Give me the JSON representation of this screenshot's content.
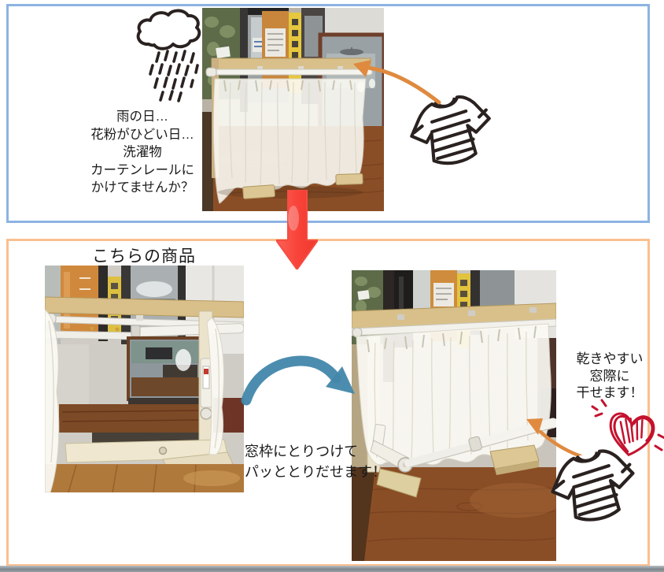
{
  "top_panel": {
    "message_lines": [
      "雨の日…",
      "花粉がひどい日…",
      "洗濯物",
      "カーテンレールに",
      "かけてませんか？"
    ]
  },
  "bottom_panel": {
    "title": "こちらの商品",
    "attach_caption_lines": [
      "窓枠にとりつけて",
      "パッととりだせます！"
    ],
    "dry_caption_lines": [
      "乾きやすい",
      "窓際に",
      "干せます！"
    ]
  },
  "colors": {
    "top_panel_border": "#8db3e2",
    "bottom_panel_border": "#fac090",
    "down_arrow_red": "#f8443a",
    "swap_arrow_blue": "#4287ab",
    "pointer_arrow_orange": "#df8a3f",
    "heart_red": "#c4122e",
    "doodle_ink": "#2a2220"
  },
  "icons": {
    "rain_cloud": "rain-cloud-doodle",
    "tshirt_top": "tshirt-doodle",
    "tshirt_bottom": "tshirt-doodle",
    "heart": "heart-scribble-doodle",
    "red_down_arrow": "down-arrow",
    "blue_swap_arrow": "curved-arrow",
    "orange_pointer_top": "pointer-arrow",
    "orange_pointer_bottom": "pointer-arrow"
  }
}
